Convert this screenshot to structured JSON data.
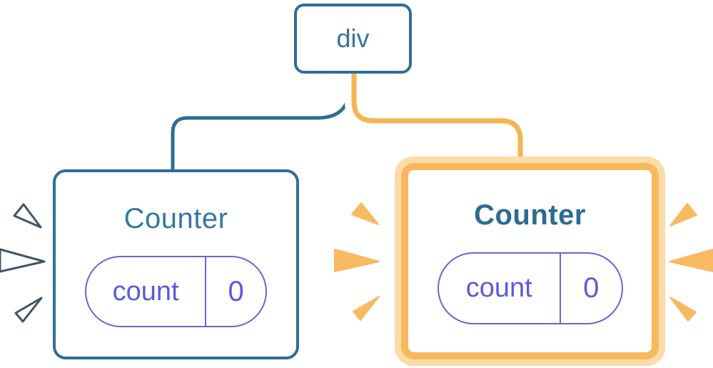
{
  "diagram": {
    "root": {
      "label": "div"
    },
    "children": [
      {
        "title": "Counter",
        "state_name": "count",
        "state_value": "0",
        "highlighted": false
      },
      {
        "title": "Counter",
        "state_name": "count",
        "state_value": "0",
        "highlighted": true
      }
    ]
  },
  "colors": {
    "blue_border": "#2E6E96",
    "blue_text": "#35759E",
    "title_left": "#3578A2",
    "title_right": "#2B6C92",
    "indigo_border": "#6666D6",
    "indigo_text": "#5A5ADF",
    "orange_line": "#F6B44F",
    "orange_border": "#F8B85C",
    "orange_halo": "#FBDCA8",
    "orange_spark": "#F7BA62",
    "spark_outline": "#3D5564",
    "background": "#FFFFFF"
  }
}
